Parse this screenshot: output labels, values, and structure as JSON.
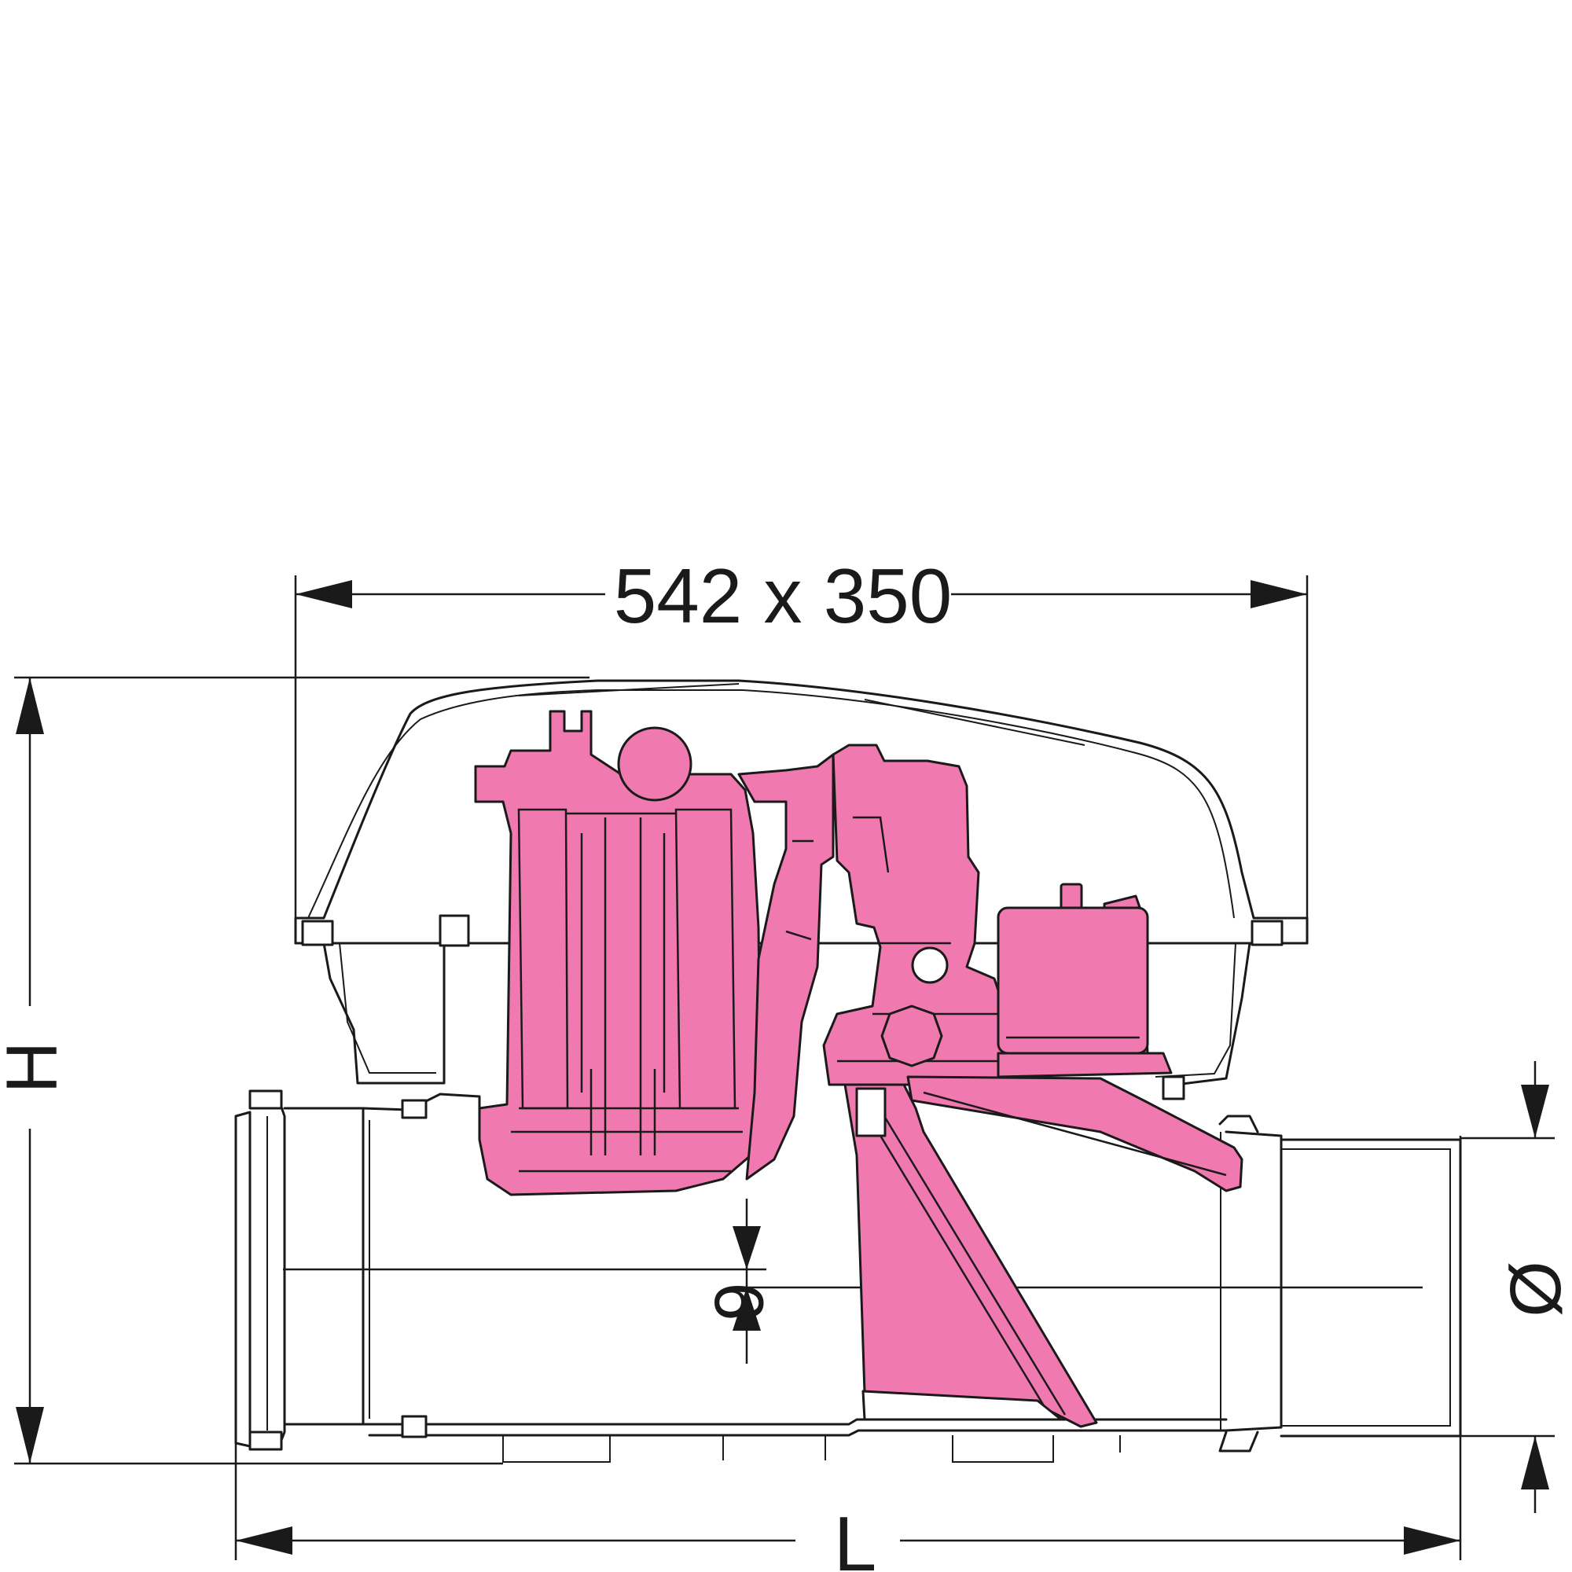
{
  "colors": {
    "accent": "#f07ab0",
    "line": "#1a1a1a",
    "background": "#ffffff"
  },
  "dimensions": {
    "top_label": "542 x 350",
    "height_label": "H",
    "length_label": "L",
    "offset_label": "6",
    "diameter_label": "Ø"
  }
}
